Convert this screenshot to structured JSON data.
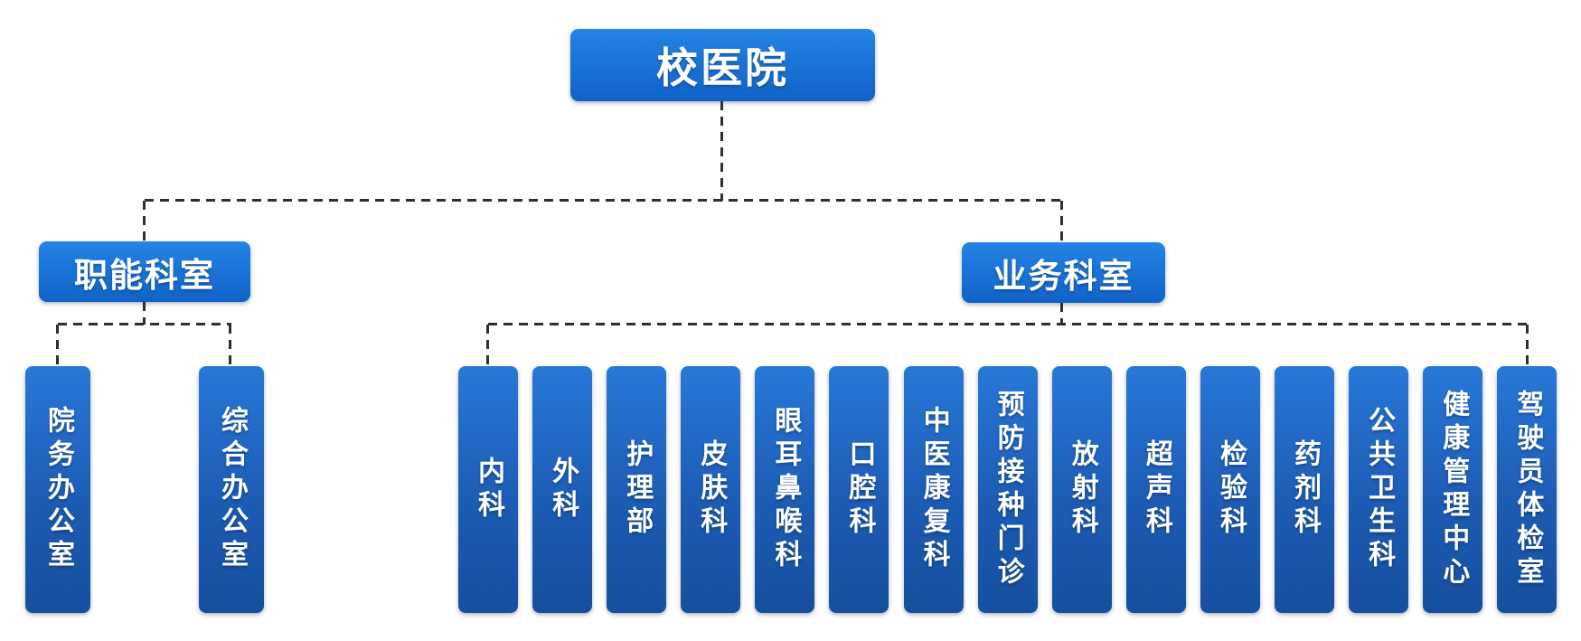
{
  "diagram": {
    "type": "org-chart",
    "root": {
      "label": "校医院"
    },
    "branches": [
      {
        "label": "职能科室",
        "children": [
          "院务办公室",
          "综合办公室"
        ]
      },
      {
        "label": "业务科室",
        "children": [
          "内科",
          "外科",
          "护理部",
          "皮肤科",
          "眼耳鼻喉科",
          "口腔科",
          "中医康复科",
          "预防接种门诊",
          "放射科",
          "超声科",
          "检验科",
          "药剂科",
          "公共卫生科",
          "健康管理中心",
          "驾驶员体检室"
        ]
      }
    ],
    "colors": {
      "header_gradient_top": "#2484e6",
      "header_gradient_bottom": "#1162c6",
      "box_gradient_top": "#2878d8",
      "box_gradient_bottom": "#164f9e",
      "connector": "#2f2f2f",
      "text": "#ffffff",
      "background": "#ffffff"
    },
    "connector_style": "dashed"
  }
}
